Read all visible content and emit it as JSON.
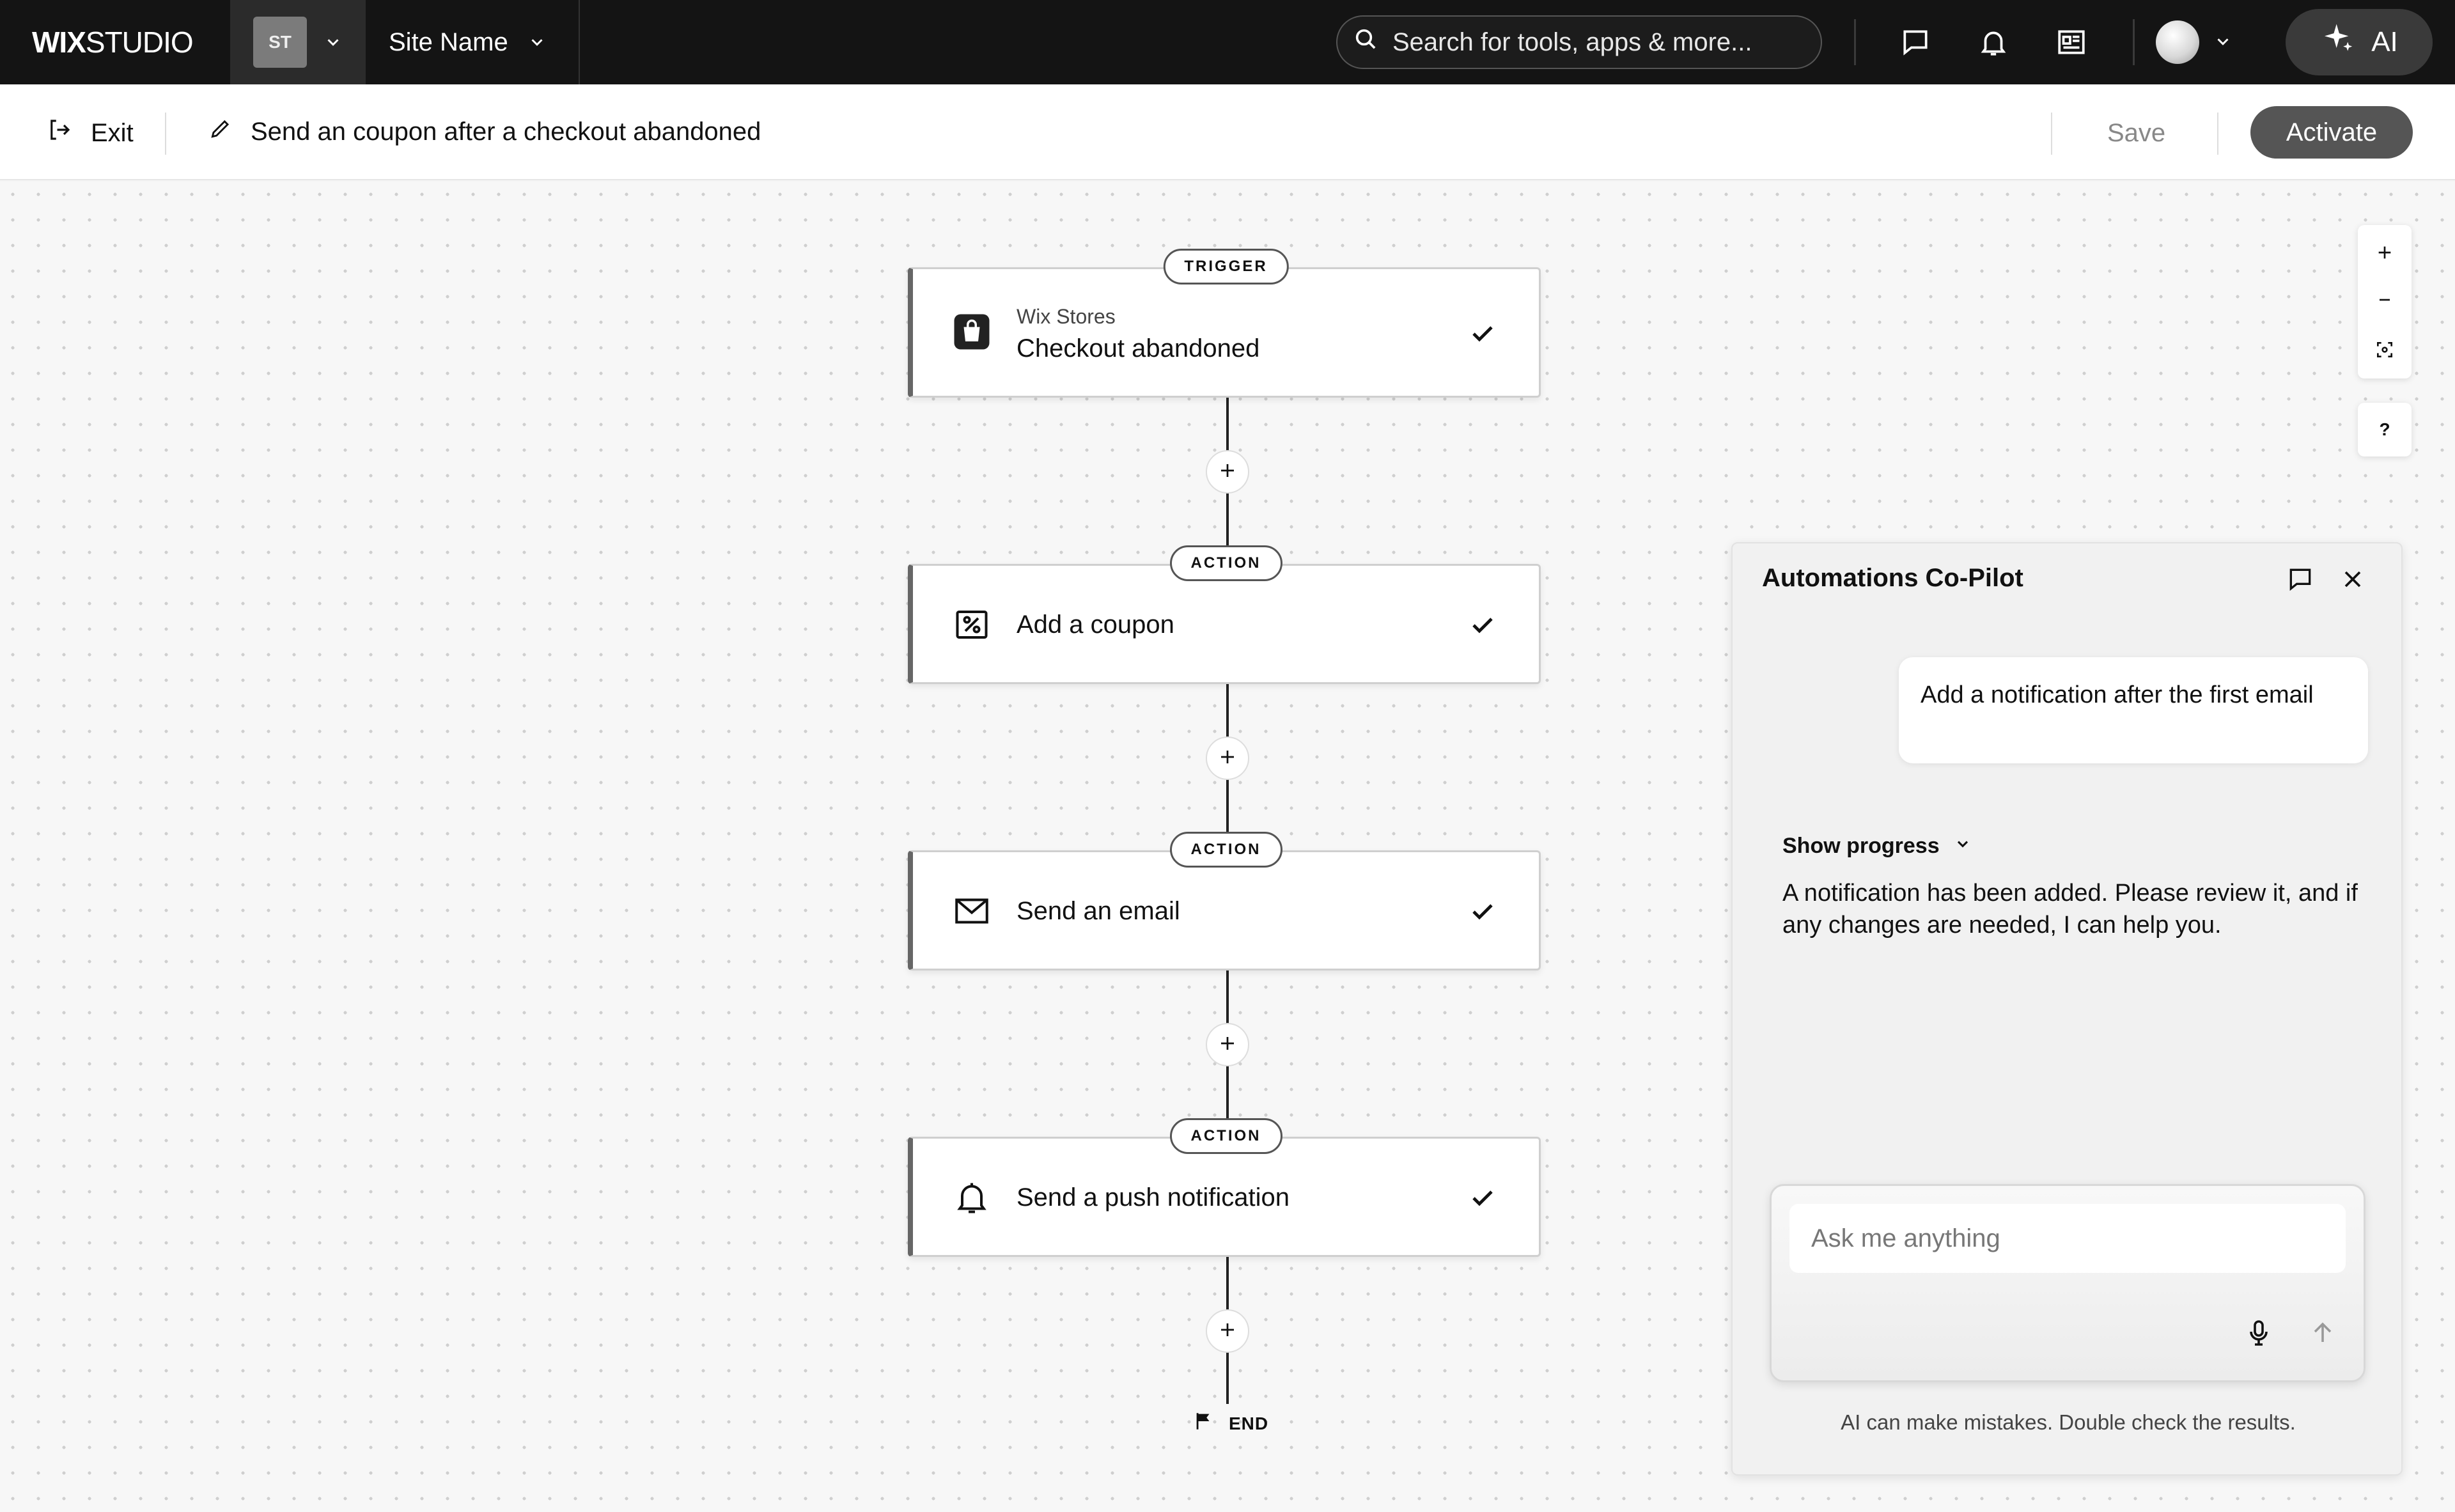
{
  "topbar": {
    "logo_bold": "WIX",
    "logo_rest": "STUDIO",
    "site_badge": "ST",
    "site_name": "Site Name",
    "search_placeholder": "Search for tools, apps & more...",
    "ai_label": "AI"
  },
  "subbar": {
    "exit_label": "Exit",
    "automation_title": "Send an coupon after a checkout abandoned",
    "save_label": "Save",
    "activate_label": "Activate"
  },
  "flow": {
    "trigger": {
      "tag": "TRIGGER",
      "app": "Wix Stores",
      "label": "Checkout abandoned",
      "icon": "shopping-bag-icon"
    },
    "actions": [
      {
        "tag": "ACTION",
        "label": "Add a coupon",
        "icon": "coupon-icon"
      },
      {
        "tag": "ACTION",
        "label": "Send an email",
        "icon": "envelope-icon"
      },
      {
        "tag": "ACTION",
        "label": "Send a push notification",
        "icon": "bell-icon"
      }
    ],
    "end_label": "END"
  },
  "zoom_controls": {
    "help_label": "?"
  },
  "copilot": {
    "title": "Automations Co-Pilot",
    "user_message": "Add a notification after the first email",
    "show_progress_label": "Show progress",
    "ai_reply": "A notification has been added. Please review it, and if any changes are needed, I can help you.",
    "input_placeholder": "Ask me anything",
    "disclaimer": "AI can make mistakes. Double check the results."
  },
  "colors": {
    "topbar_bg": "#141414",
    "activate_bg": "#555555",
    "node_accent": "#666666"
  }
}
